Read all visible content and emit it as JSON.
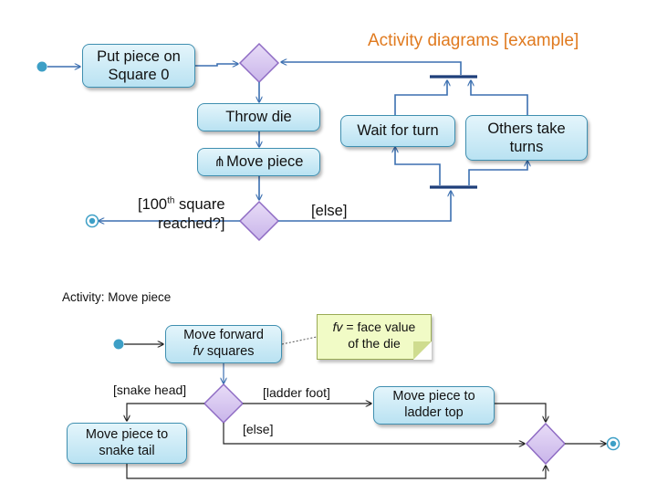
{
  "title": "Activity diagrams [example]",
  "main_activity": {
    "put_piece_line1": "Put piece on",
    "put_piece_line2": "Square 0",
    "throw_die": "Throw die",
    "move_piece": "Move piece",
    "wait_for_turn": "Wait for turn",
    "others_line1": "Others take",
    "others_line2": "turns",
    "guard_exit_pre": "[100",
    "guard_exit_sup": "th",
    "guard_exit_post": " square",
    "guard_exit_line2": "reached?]",
    "guard_else": "[else]"
  },
  "sub_activity": {
    "caption": "Activity: Move piece",
    "move_forward_line1": "Move forward",
    "move_forward_fv": "fv",
    "move_forward_line2_rest": " squares",
    "note_fv": "fv",
    "note_line1_rest": " = face value",
    "note_line2": "of the die",
    "guard_snake": "[snake head]",
    "guard_ladder": "[ladder foot]",
    "guard_else": "[else]",
    "ladder_line1": "Move piece to",
    "ladder_line2": "ladder top",
    "snake_line1": "Move piece to",
    "snake_line2": "snake tail"
  },
  "colors": {
    "action_fill": "#c8e9f5",
    "action_border": "#3f8fb0",
    "decision_fill": "#d8c8ef",
    "decision_border": "#8f6cc4",
    "flow_line": "#3b6fb0",
    "bar": "#1f3f7a",
    "title": "#e07a1f",
    "node_dot": "#3d9fc6",
    "note_fill": "#f1fbc6"
  }
}
